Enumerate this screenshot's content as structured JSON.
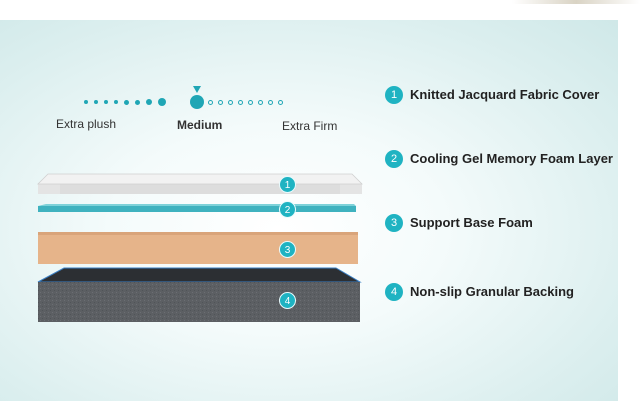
{
  "firmness_scale": {
    "left_label": "Extra plush",
    "center_label": "Medium",
    "right_label": "Extra Firm",
    "total_dots": 18,
    "selected_index": 8,
    "accent_color": "#1fa6b5"
  },
  "layers": [
    {
      "number": "1",
      "label": "Knitted Jacquard Fabric Cover"
    },
    {
      "number": "2",
      "label": "Cooling Gel Memory Foam Layer"
    },
    {
      "number": "3",
      "label": "Support Base Foam"
    },
    {
      "number": "4",
      "label": "Non-slip Granular Backing"
    }
  ],
  "colors": {
    "badge": "#1fb3c2",
    "cover": "#e9e9e9",
    "gel": "#3fb2bf",
    "support_foam": "#e6b48a",
    "backing": "#5c5f63"
  }
}
